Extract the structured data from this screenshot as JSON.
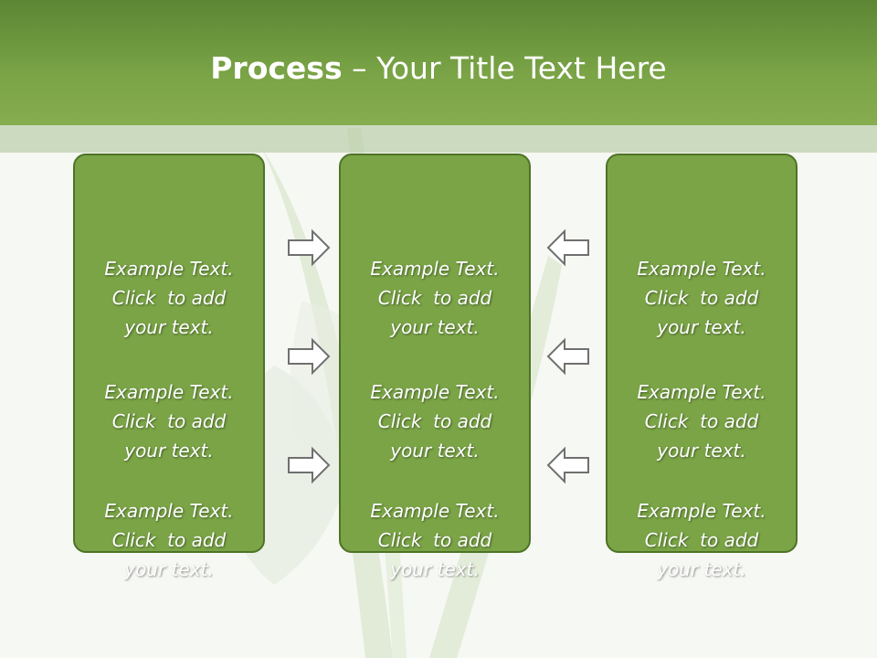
{
  "title": {
    "bold": "Process",
    "separator": "–",
    "rest": "Your Title Text Here"
  },
  "columns": [
    {
      "items": [
        {
          "line1": "Example Text.",
          "line2": "Click  to add",
          "line3": "your text."
        },
        {
          "line1": "Example Text.",
          "line2": "Click  to add",
          "line3": "your text."
        },
        {
          "line1": "Example Text.",
          "line2": "Click  to add",
          "line3": "your text."
        }
      ]
    },
    {
      "items": [
        {
          "line1": "Example Text.",
          "line2": "Click  to add",
          "line3": "your text."
        },
        {
          "line1": "Example Text.",
          "line2": "Click  to add",
          "line3": "your text."
        },
        {
          "line1": "Example Text.",
          "line2": "Click  to add",
          "line3": "your text."
        }
      ]
    },
    {
      "items": [
        {
          "line1": "Example Text.",
          "line2": "Click  to add",
          "line3": "your text."
        },
        {
          "line1": "Example Text.",
          "line2": "Click  to add",
          "line3": "your text."
        },
        {
          "line1": "Example Text.",
          "line2": "Click  to add",
          "line3": "your text."
        }
      ]
    }
  ],
  "arrows": {
    "left_column": {
      "direction": "right",
      "count": 3
    },
    "right_column": {
      "direction": "left",
      "count": 3
    }
  },
  "colors": {
    "header": "#7aa446",
    "box_fill": "#7aa446",
    "box_border": "#4e7327",
    "arrow_fill": "#ffffff",
    "arrow_stroke": "#707070"
  }
}
